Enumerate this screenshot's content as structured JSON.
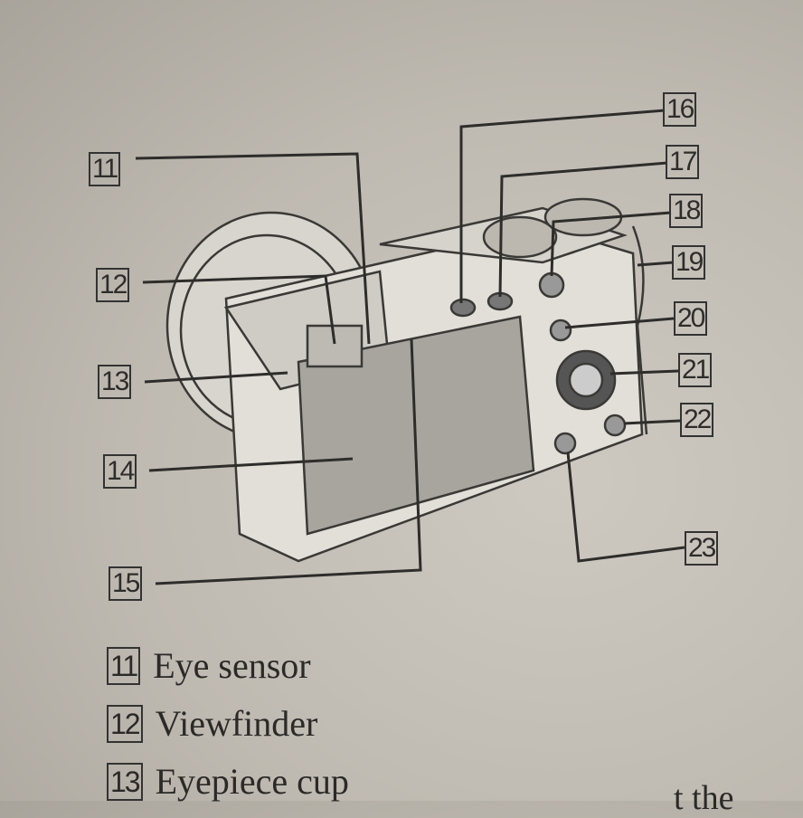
{
  "callouts": [
    "11",
    "12",
    "13",
    "14",
    "15",
    "16",
    "17",
    "18",
    "19",
    "20",
    "21",
    "22",
    "23"
  ],
  "legend": [
    {
      "num": "11",
      "label": "Eye sensor"
    },
    {
      "num": "12",
      "label": "Viewfinder"
    },
    {
      "num": "13",
      "label": "Eyepiece cup"
    }
  ],
  "trailing_text": "t the"
}
